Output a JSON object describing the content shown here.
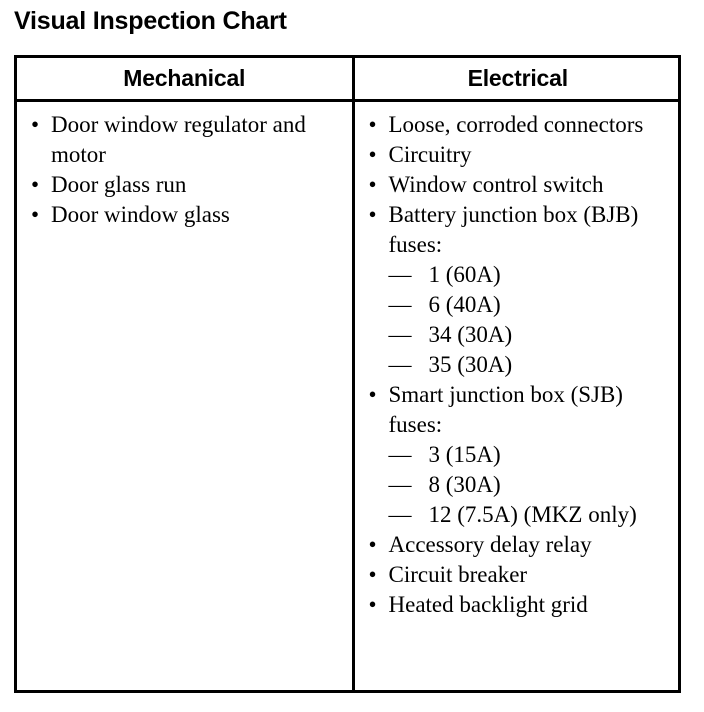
{
  "title": "Visual Inspection Chart",
  "colors": {
    "background": "#ffffff",
    "text": "#000000",
    "border": "#000000"
  },
  "table": {
    "columns": [
      {
        "header": "Mechanical",
        "items": [
          {
            "bullet": "•",
            "text": "Door window regulator and motor"
          },
          {
            "bullet": "•",
            "text": "Door glass run"
          },
          {
            "bullet": "•",
            "text": "Door window glass"
          }
        ]
      },
      {
        "header": "Electrical",
        "items": [
          {
            "bullet": "•",
            "text": "Loose, corroded connectors"
          },
          {
            "bullet": "•",
            "text": "Circuitry"
          },
          {
            "bullet": "•",
            "text": "Window control switch"
          },
          {
            "bullet": "•",
            "text": "Battery junction box (BJB) fuses:",
            "subitems": [
              {
                "dash": "—",
                "text": "1 (60A)"
              },
              {
                "dash": "—",
                "text": "6 (40A)"
              },
              {
                "dash": "—",
                "text": "34 (30A)"
              },
              {
                "dash": "—",
                "text": "35 (30A)"
              }
            ]
          },
          {
            "bullet": "•",
            "text": "Smart junction box (SJB) fuses:",
            "subitems": [
              {
                "dash": "—",
                "text": "3 (15A)"
              },
              {
                "dash": "—",
                "text": "8 (30A)"
              },
              {
                "dash": "—",
                "text": "12 (7.5A) (MKZ only)"
              }
            ]
          },
          {
            "bullet": "•",
            "text": "Accessory delay relay"
          },
          {
            "bullet": "•",
            "text": "Circuit breaker"
          },
          {
            "bullet": "•",
            "text": "Heated backlight grid"
          }
        ]
      }
    ]
  }
}
